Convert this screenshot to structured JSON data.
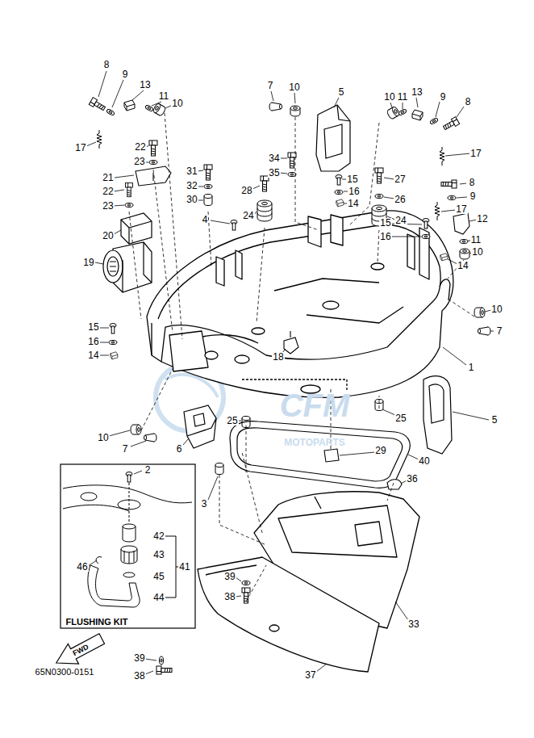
{
  "diagram": {
    "labels": [
      "8",
      "9",
      "13",
      "11",
      "10",
      "17",
      "22",
      "23",
      "21",
      "22",
      "23",
      "20",
      "19",
      "31",
      "32",
      "30",
      "4",
      "7",
      "10",
      "5",
      "34",
      "35",
      "28",
      "24",
      "10",
      "11",
      "13",
      "9",
      "8",
      "17",
      "15",
      "16",
      "14",
      "27",
      "26",
      "24",
      "8",
      "9",
      "17",
      "12",
      "15",
      "16",
      "11",
      "10",
      "14",
      "15",
      "16",
      "14",
      "18",
      "10",
      "7",
      "1",
      "25",
      "5",
      "10",
      "7",
      "6",
      "25",
      "29",
      "40",
      "36",
      "3",
      "2",
      "42",
      "43",
      "41",
      "46",
      "45",
      "44",
      "FLUSHING KIT",
      "39",
      "38",
      "33",
      "FWD",
      "39",
      "38",
      "37",
      "65N0300-0151",
      "CFM",
      "MOTOPARTS"
    ]
  }
}
